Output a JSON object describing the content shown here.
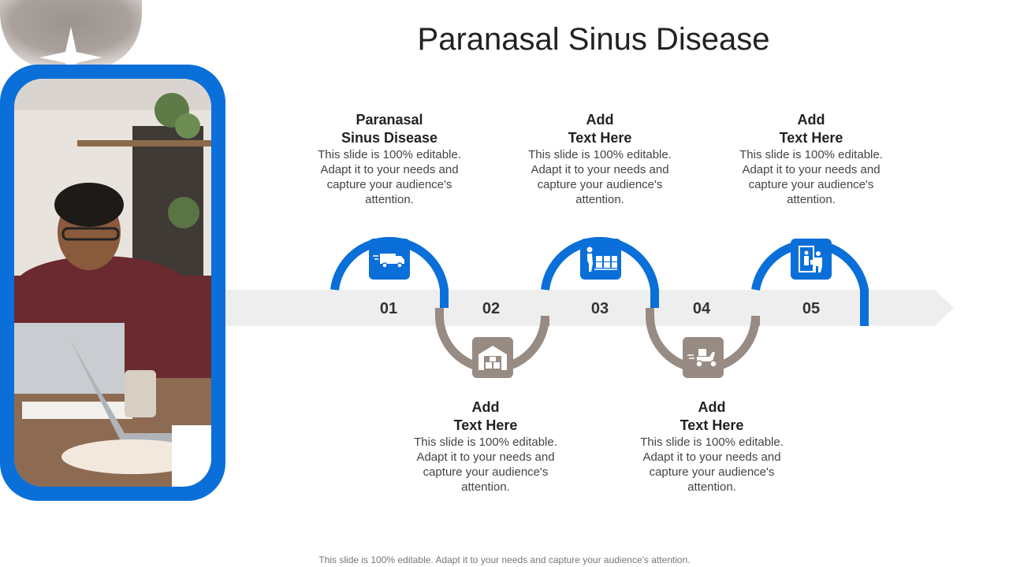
{
  "title": "Paranasal Sinus Disease",
  "footer": "This slide is 100% editable. Adapt it to your needs and capture your audience's attention.",
  "colors": {
    "accent": "#0a6fd8",
    "muted": "#978b83",
    "band": "#eeeeee"
  },
  "steps": [
    {
      "number": "01",
      "icon": "delivery-truck-icon",
      "title": "Paranasal\nSinus Disease",
      "desc": "This slide is 100% editable. Adapt it to your needs and capture your audience's attention."
    },
    {
      "number": "02",
      "icon": "warehouse-icon",
      "title": "Add\nText Here",
      "desc": "This slide is 100% editable. Adapt it to your needs and capture your audience's attention."
    },
    {
      "number": "03",
      "icon": "hand-truck-boxes-icon",
      "title": "Add\nText Here",
      "desc": "This slide is 100% editable. Adapt it to your needs and capture your audience's attention."
    },
    {
      "number": "04",
      "icon": "delivery-scooter-icon",
      "title": "Add\nText Here",
      "desc": "This slide is 100% editable. Adapt it to your needs and capture your audience's attention."
    },
    {
      "number": "05",
      "icon": "door-delivery-icon",
      "title": "Add\nText Here",
      "desc": "This slide is 100% editable. Adapt it to your needs and capture your audience's attention."
    }
  ]
}
